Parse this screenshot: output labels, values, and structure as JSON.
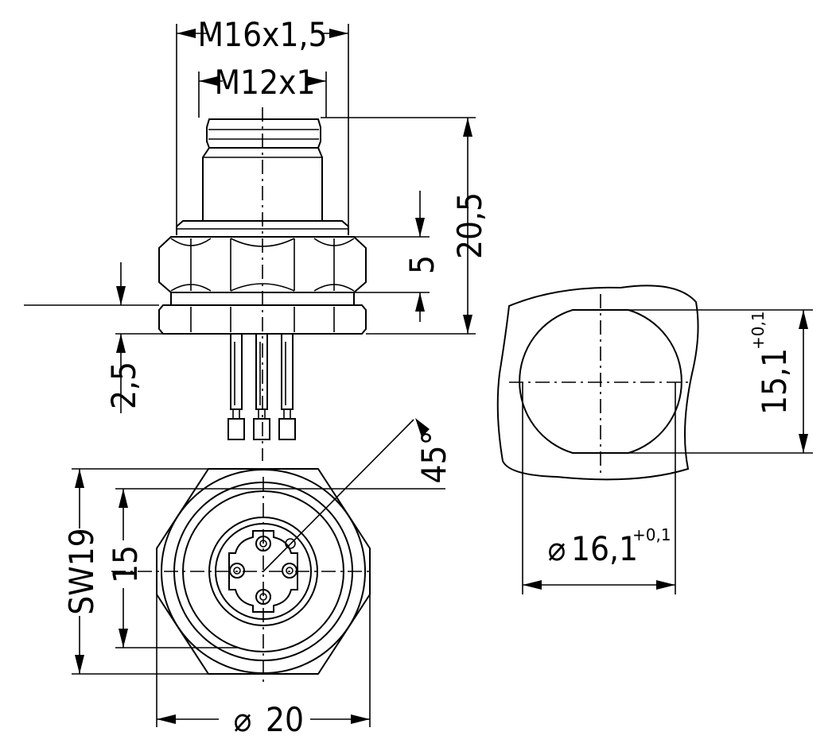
{
  "dimensions": {
    "thread_outer": "M16x1,5",
    "thread_inner": "M12x1",
    "height_total": "20,5",
    "hex_height": "5",
    "flange_height": "2,5",
    "angle": "45°",
    "wrench_size": "SW19",
    "inner_span": "15",
    "outer_diameter_symbol": "⌀",
    "outer_diameter": "20",
    "cutout_height": "15,1",
    "cutout_height_tol": "+0,1",
    "cutout_diameter_symbol": "⌀",
    "cutout_diameter": "16,1",
    "cutout_diameter_tol": "+0,1"
  }
}
